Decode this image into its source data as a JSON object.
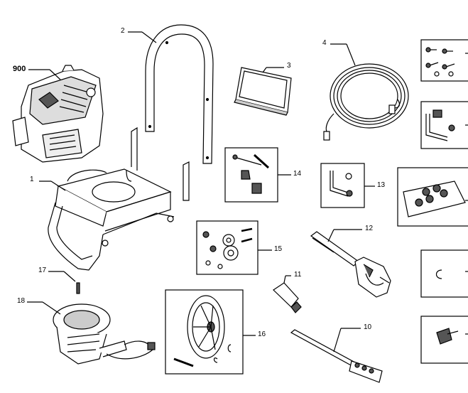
{
  "diagram": {
    "callouts": {
      "c900": "900",
      "c1": "1",
      "c2": "2",
      "c3": "3",
      "c4": "4",
      "c10": "10",
      "c11": "11",
      "c12": "12",
      "c13": "13",
      "c14": "14",
      "c15": "15",
      "c16": "16",
      "c17": "17",
      "c18": "18"
    },
    "colors": {
      "line": "#000000",
      "fill": "#ffffff",
      "shade": "#c8c8c8",
      "dark": "#555555"
    }
  }
}
